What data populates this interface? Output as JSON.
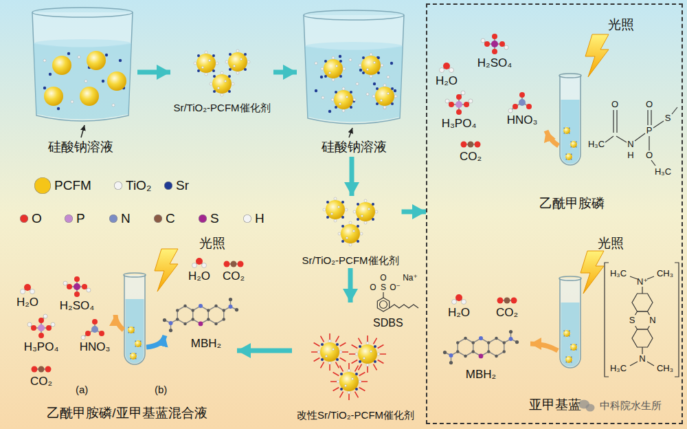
{
  "diagram": {
    "nodes": [
      {
        "text": [
          "硅酸钠溶液"
        ]
      },
      {
        "text": [
          "Sr/TiO₂-PCFM催化剂"
        ]
      },
      {
        "text": [
          "硅酸钠溶液"
        ]
      },
      {
        "text": [
          "Sr/TiO₂-PCFM催化剂"
        ]
      },
      {
        "text": []
      },
      {
        "text": [
          "光照",
          "乙酰甲胺磷"
        ],
        "in": 4
      },
      {
        "text": [
          "光照",
          "亚甲基蓝"
        ],
        "in": 4
      },
      {
        "text": [
          "SDBS",
          "改性Sr/TiO₂-PCFM催化剂"
        ]
      },
      {
        "text": [
          "光照",
          "(a)",
          "(b)",
          "乙酰甲胺磷/亚甲基蓝混合液"
        ]
      }
    ],
    "edges": [
      {
        "from": 0,
        "to": 1,
        "arrow": "to"
      },
      {
        "from": 1,
        "to": 2,
        "arrow": "to"
      },
      {
        "from": 2,
        "to": 3,
        "arrow": "to"
      },
      {
        "from": 3,
        "to": 4,
        "arrow": "to"
      },
      {
        "from": 3,
        "to": 7,
        "arrow": "to"
      },
      {
        "from": 7,
        "to": 8,
        "arrow": "to"
      }
    ],
    "labels": [
      "H₂O",
      "H₂SO₄",
      "H₃PO₄",
      "HNO₃",
      "CO₂",
      "O",
      "O",
      "H₃C",
      "N",
      "H",
      "P",
      "S",
      "O",
      "H₃C",
      "H₂O",
      "CO₂",
      "MBH₂",
      "CH₃",
      "H₃C",
      "N⁺",
      "S",
      "N",
      "N",
      "H₃C",
      "CH₃",
      "H₂O",
      "H₂SO₄",
      "H₃PO₄",
      "HNO₃",
      "CO₂",
      "H₂O",
      "CO₂",
      "MBH₂",
      "O",
      "O",
      "S",
      "O⁻",
      "Na⁺",
      "中科院水生所"
    ],
    "legend": [
      {
        "text": "PCFM",
        "color": "#f5c518"
      },
      {
        "text": "TiO₂",
        "color": "#f4f4f4"
      },
      {
        "text": "Sr",
        "color": "#1f3a93"
      },
      {
        "text": "O",
        "color": "#e8302a"
      },
      {
        "text": "P",
        "color": "#c48ad0"
      },
      {
        "text": "N",
        "color": "#7b8cc4"
      },
      {
        "text": "C",
        "color": "#8a5a44"
      },
      {
        "text": "S",
        "color": "#a2268f"
      },
      {
        "text": "H",
        "color": "#f4f4f4"
      }
    ]
  }
}
